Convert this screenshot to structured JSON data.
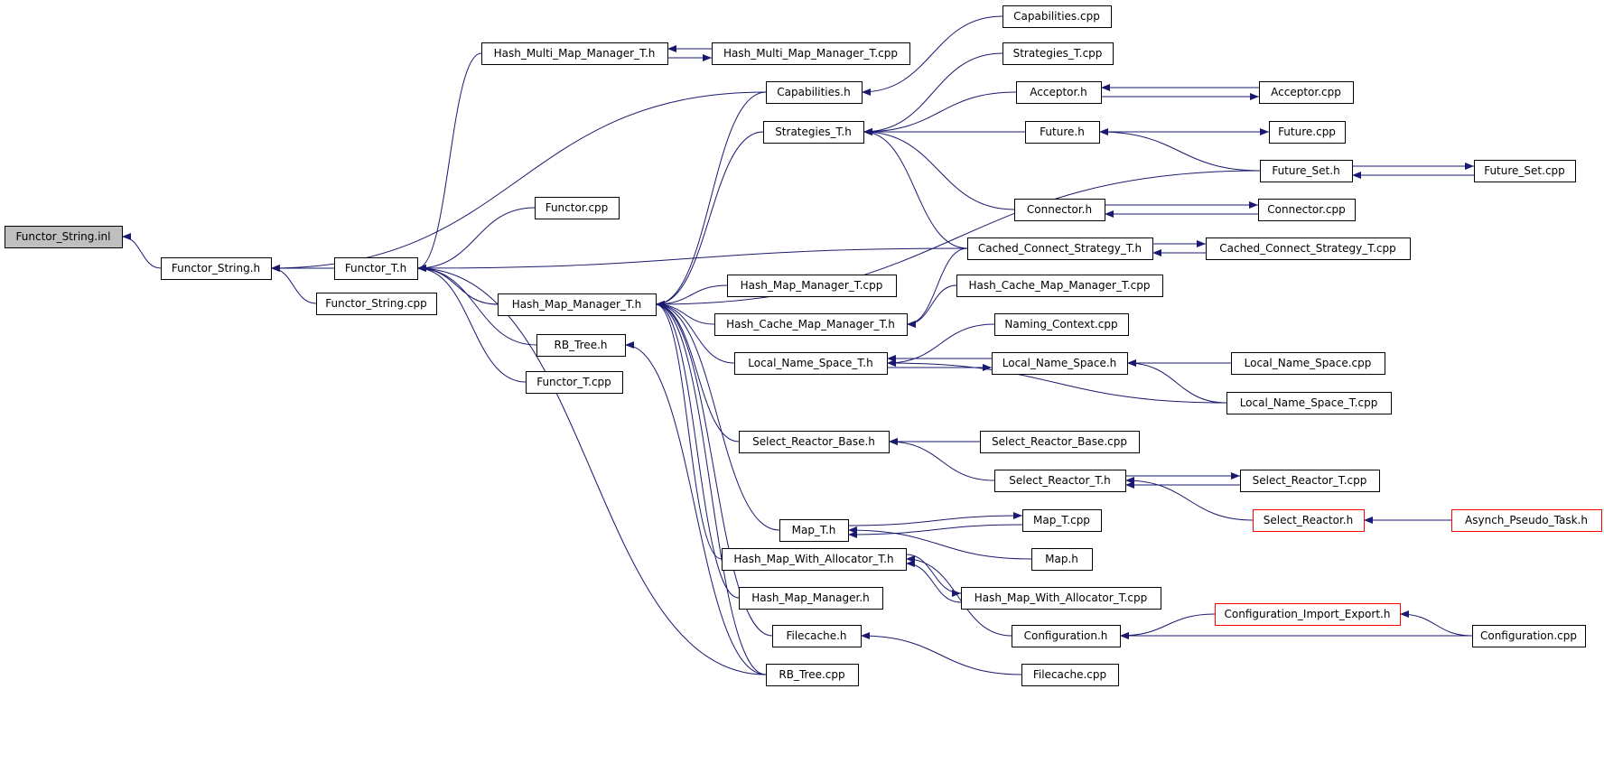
{
  "graph": {
    "edge_color": "#191970",
    "nodes": [
      {
        "id": "functor_string_inl",
        "label": "Functor_String.inl",
        "style": "root"
      },
      {
        "id": "functor_string_h",
        "label": "Functor_String.h"
      },
      {
        "id": "functor_string_cpp",
        "label": "Functor_String.cpp"
      },
      {
        "id": "functor_t_h",
        "label": "Functor_T.h"
      },
      {
        "id": "functor_cpp",
        "label": "Functor.cpp"
      },
      {
        "id": "functor_t_cpp",
        "label": "Functor_T.cpp"
      },
      {
        "id": "rb_tree_h",
        "label": "RB_Tree.h"
      },
      {
        "id": "hash_map_manager_t_h",
        "label": "Hash_Map_Manager_T.h"
      },
      {
        "id": "hash_multi_map_manager_t_h",
        "label": "Hash_Multi_Map_Manager_T.h"
      },
      {
        "id": "hash_multi_map_manager_t_cpp",
        "label": "Hash_Multi_Map_Manager_T.cpp"
      },
      {
        "id": "capabilities_h",
        "label": "Capabilities.h"
      },
      {
        "id": "capabilities_cpp",
        "label": "Capabilities.cpp"
      },
      {
        "id": "strategies_t_h",
        "label": "Strategies_T.h"
      },
      {
        "id": "strategies_t_cpp",
        "label": "Strategies_T.cpp"
      },
      {
        "id": "acceptor_h",
        "label": "Acceptor.h"
      },
      {
        "id": "acceptor_cpp",
        "label": "Acceptor.cpp"
      },
      {
        "id": "future_h",
        "label": "Future.h"
      },
      {
        "id": "future_cpp",
        "label": "Future.cpp"
      },
      {
        "id": "future_set_h",
        "label": "Future_Set.h"
      },
      {
        "id": "future_set_cpp",
        "label": "Future_Set.cpp"
      },
      {
        "id": "connector_h",
        "label": "Connector.h"
      },
      {
        "id": "connector_cpp",
        "label": "Connector.cpp"
      },
      {
        "id": "cached_connect_strategy_t_h",
        "label": "Cached_Connect_Strategy_T.h"
      },
      {
        "id": "cached_connect_strategy_t_cpp",
        "label": "Cached_Connect_Strategy_T.cpp"
      },
      {
        "id": "hash_map_manager_t_cpp",
        "label": "Hash_Map_Manager_T.cpp"
      },
      {
        "id": "hash_cache_map_manager_t_cpp",
        "label": "Hash_Cache_Map_Manager_T.cpp"
      },
      {
        "id": "hash_cache_map_manager_t_h",
        "label": "Hash_Cache_Map_Manager_T.h"
      },
      {
        "id": "naming_context_cpp",
        "label": "Naming_Context.cpp"
      },
      {
        "id": "local_name_space_t_h",
        "label": "Local_Name_Space_T.h"
      },
      {
        "id": "local_name_space_h",
        "label": "Local_Name_Space.h"
      },
      {
        "id": "local_name_space_cpp",
        "label": "Local_Name_Space.cpp"
      },
      {
        "id": "local_name_space_t_cpp",
        "label": "Local_Name_Space_T.cpp"
      },
      {
        "id": "select_reactor_base_h",
        "label": "Select_Reactor_Base.h"
      },
      {
        "id": "select_reactor_base_cpp",
        "label": "Select_Reactor_Base.cpp"
      },
      {
        "id": "select_reactor_t_h",
        "label": "Select_Reactor_T.h"
      },
      {
        "id": "select_reactor_t_cpp",
        "label": "Select_Reactor_T.cpp"
      },
      {
        "id": "select_reactor_h",
        "label": "Select_Reactor.h",
        "style": "red"
      },
      {
        "id": "asynch_pseudo_task_h",
        "label": "Asynch_Pseudo_Task.h",
        "style": "red"
      },
      {
        "id": "map_t_h",
        "label": "Map_T.h"
      },
      {
        "id": "map_t_cpp",
        "label": "Map_T.cpp"
      },
      {
        "id": "map_h",
        "label": "Map.h"
      },
      {
        "id": "hash_map_with_allocator_t_h",
        "label": "Hash_Map_With_Allocator_T.h"
      },
      {
        "id": "hash_map_with_allocator_t_cpp",
        "label": "Hash_Map_With_Allocator_T.cpp"
      },
      {
        "id": "hash_map_manager_h",
        "label": "Hash_Map_Manager.h"
      },
      {
        "id": "configuration_h",
        "label": "Configuration.h"
      },
      {
        "id": "configuration_import_export_h",
        "label": "Configuration_Import_Export.h",
        "style": "red"
      },
      {
        "id": "configuration_cpp",
        "label": "Configuration.cpp"
      },
      {
        "id": "filecache_h",
        "label": "Filecache.h"
      },
      {
        "id": "filecache_cpp",
        "label": "Filecache.cpp"
      },
      {
        "id": "rb_tree_cpp",
        "label": "RB_Tree.cpp"
      }
    ],
    "edges": [
      {
        "from": "functor_string_h",
        "to": "functor_string_inl"
      },
      {
        "from": "functor_t_h",
        "to": "functor_string_h"
      },
      {
        "from": "functor_string_cpp",
        "to": "functor_string_h"
      },
      {
        "from": "capabilities_h",
        "to": "functor_string_h"
      },
      {
        "from": "functor_cpp",
        "to": "functor_t_h"
      },
      {
        "from": "functor_t_cpp",
        "to": "functor_t_h"
      },
      {
        "from": "rb_tree_h",
        "to": "functor_t_h"
      },
      {
        "from": "hash_map_manager_t_h",
        "to": "functor_t_h"
      },
      {
        "from": "hash_multi_map_manager_t_h",
        "to": "functor_t_h"
      },
      {
        "from": "cached_connect_strategy_t_h",
        "to": "functor_t_h"
      },
      {
        "from": "rb_tree_cpp",
        "to": "functor_t_h"
      },
      {
        "from": "hash_multi_map_manager_t_cpp",
        "to": "hash_multi_map_manager_t_h"
      },
      {
        "from": "hash_multi_map_manager_t_h",
        "to": "hash_multi_map_manager_t_cpp"
      },
      {
        "from": "capabilities_cpp",
        "to": "capabilities_h"
      },
      {
        "from": "strategies_t_cpp",
        "to": "strategies_t_h"
      },
      {
        "from": "acceptor_h",
        "to": "strategies_t_h"
      },
      {
        "from": "future_h",
        "to": "strategies_t_h"
      },
      {
        "from": "connector_h",
        "to": "strategies_t_h"
      },
      {
        "from": "cached_connect_strategy_t_h",
        "to": "strategies_t_h"
      },
      {
        "from": "acceptor_cpp",
        "to": "acceptor_h"
      },
      {
        "from": "acceptor_h",
        "to": "acceptor_cpp"
      },
      {
        "from": "future_h",
        "to": "future_cpp"
      },
      {
        "from": "future_set_h",
        "to": "future_h"
      },
      {
        "from": "future_set_h",
        "to": "future_set_cpp"
      },
      {
        "from": "future_set_cpp",
        "to": "future_set_h"
      },
      {
        "from": "connector_h",
        "to": "connector_cpp"
      },
      {
        "from": "connector_cpp",
        "to": "connector_h"
      },
      {
        "from": "cached_connect_strategy_t_h",
        "to": "cached_connect_strategy_t_cpp"
      },
      {
        "from": "cached_connect_strategy_t_cpp",
        "to": "cached_connect_strategy_t_h"
      },
      {
        "from": "capabilities_h",
        "to": "hash_map_manager_t_h"
      },
      {
        "from": "strategies_t_h",
        "to": "hash_map_manager_t_h"
      },
      {
        "from": "future_set_h",
        "to": "hash_map_manager_t_h"
      },
      {
        "from": "hash_map_manager_t_cpp",
        "to": "hash_map_manager_t_h"
      },
      {
        "from": "hash_cache_map_manager_t_h",
        "to": "hash_map_manager_t_h"
      },
      {
        "from": "local_name_space_t_h",
        "to": "hash_map_manager_t_h"
      },
      {
        "from": "select_reactor_base_h",
        "to": "hash_map_manager_t_h"
      },
      {
        "from": "map_t_h",
        "to": "hash_map_manager_t_h"
      },
      {
        "from": "hash_map_with_allocator_t_h",
        "to": "hash_map_manager_t_h"
      },
      {
        "from": "hash_map_manager_h",
        "to": "hash_map_manager_t_h"
      },
      {
        "from": "filecache_h",
        "to": "hash_map_manager_t_h"
      },
      {
        "from": "rb_tree_cpp",
        "to": "hash_map_manager_t_h"
      },
      {
        "from": "hash_cache_map_manager_t_cpp",
        "to": "hash_cache_map_manager_t_h"
      },
      {
        "from": "cached_connect_strategy_t_h",
        "to": "hash_cache_map_manager_t_h"
      },
      {
        "from": "naming_context_cpp",
        "to": "local_name_space_t_h"
      },
      {
        "from": "local_name_space_h",
        "to": "local_name_space_t_h"
      },
      {
        "from": "local_name_space_t_cpp",
        "to": "local_name_space_t_h"
      },
      {
        "from": "local_name_space_t_h",
        "to": "local_name_space_h"
      },
      {
        "from": "local_name_space_cpp",
        "to": "local_name_space_h"
      },
      {
        "from": "local_name_space_t_cpp",
        "to": "local_name_space_h"
      },
      {
        "from": "select_reactor_base_cpp",
        "to": "select_reactor_base_h"
      },
      {
        "from": "select_reactor_t_h",
        "to": "select_reactor_base_h"
      },
      {
        "from": "select_reactor_t_h",
        "to": "select_reactor_t_cpp"
      },
      {
        "from": "select_reactor_t_cpp",
        "to": "select_reactor_t_h"
      },
      {
        "from": "select_reactor_h",
        "to": "select_reactor_t_h"
      },
      {
        "from": "asynch_pseudo_task_h",
        "to": "select_reactor_h"
      },
      {
        "from": "map_t_h",
        "to": "map_t_cpp"
      },
      {
        "from": "map_t_cpp",
        "to": "map_t_h"
      },
      {
        "from": "map_h",
        "to": "map_t_h"
      },
      {
        "from": "hash_map_with_allocator_t_h",
        "to": "hash_map_with_allocator_t_cpp"
      },
      {
        "from": "hash_map_with_allocator_t_cpp",
        "to": "hash_map_with_allocator_t_h"
      },
      {
        "from": "configuration_h",
        "to": "hash_map_with_allocator_t_h"
      },
      {
        "from": "configuration_import_export_h",
        "to": "configuration_h"
      },
      {
        "from": "configuration_cpp",
        "to": "configuration_h"
      },
      {
        "from": "configuration_cpp",
        "to": "configuration_import_export_h"
      },
      {
        "from": "filecache_cpp",
        "to": "filecache_h"
      },
      {
        "from": "rb_tree_cpp",
        "to": "rb_tree_h"
      }
    ]
  }
}
